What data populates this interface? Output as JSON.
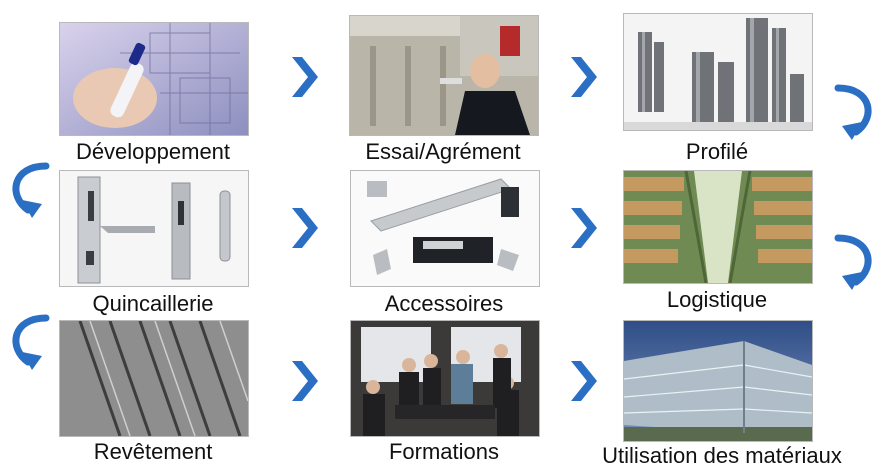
{
  "colors": {
    "arrow": "#2a6fc4",
    "caption_text": "#111111"
  },
  "tiles": [
    {
      "caption": "Développement",
      "icon": "development-photo"
    },
    {
      "caption": "Essai/Agrément",
      "icon": "testing-photo"
    },
    {
      "caption": "Profilé",
      "icon": "profiles-photo"
    },
    {
      "caption": "Quincaillerie",
      "icon": "hardware-photo"
    },
    {
      "caption": "Accessoires",
      "icon": "accessories-photo"
    },
    {
      "caption": "Logistique",
      "icon": "logistics-photo"
    },
    {
      "caption": "Revêtement",
      "icon": "coating-photo"
    },
    {
      "caption": "Formations",
      "icon": "training-photo"
    },
    {
      "caption": "Utilisation des matériaux",
      "icon": "building-photo"
    }
  ],
  "arrows": {
    "between_columns": "chevron-right-icon",
    "row_wrap": "curved-arrow-icon"
  }
}
